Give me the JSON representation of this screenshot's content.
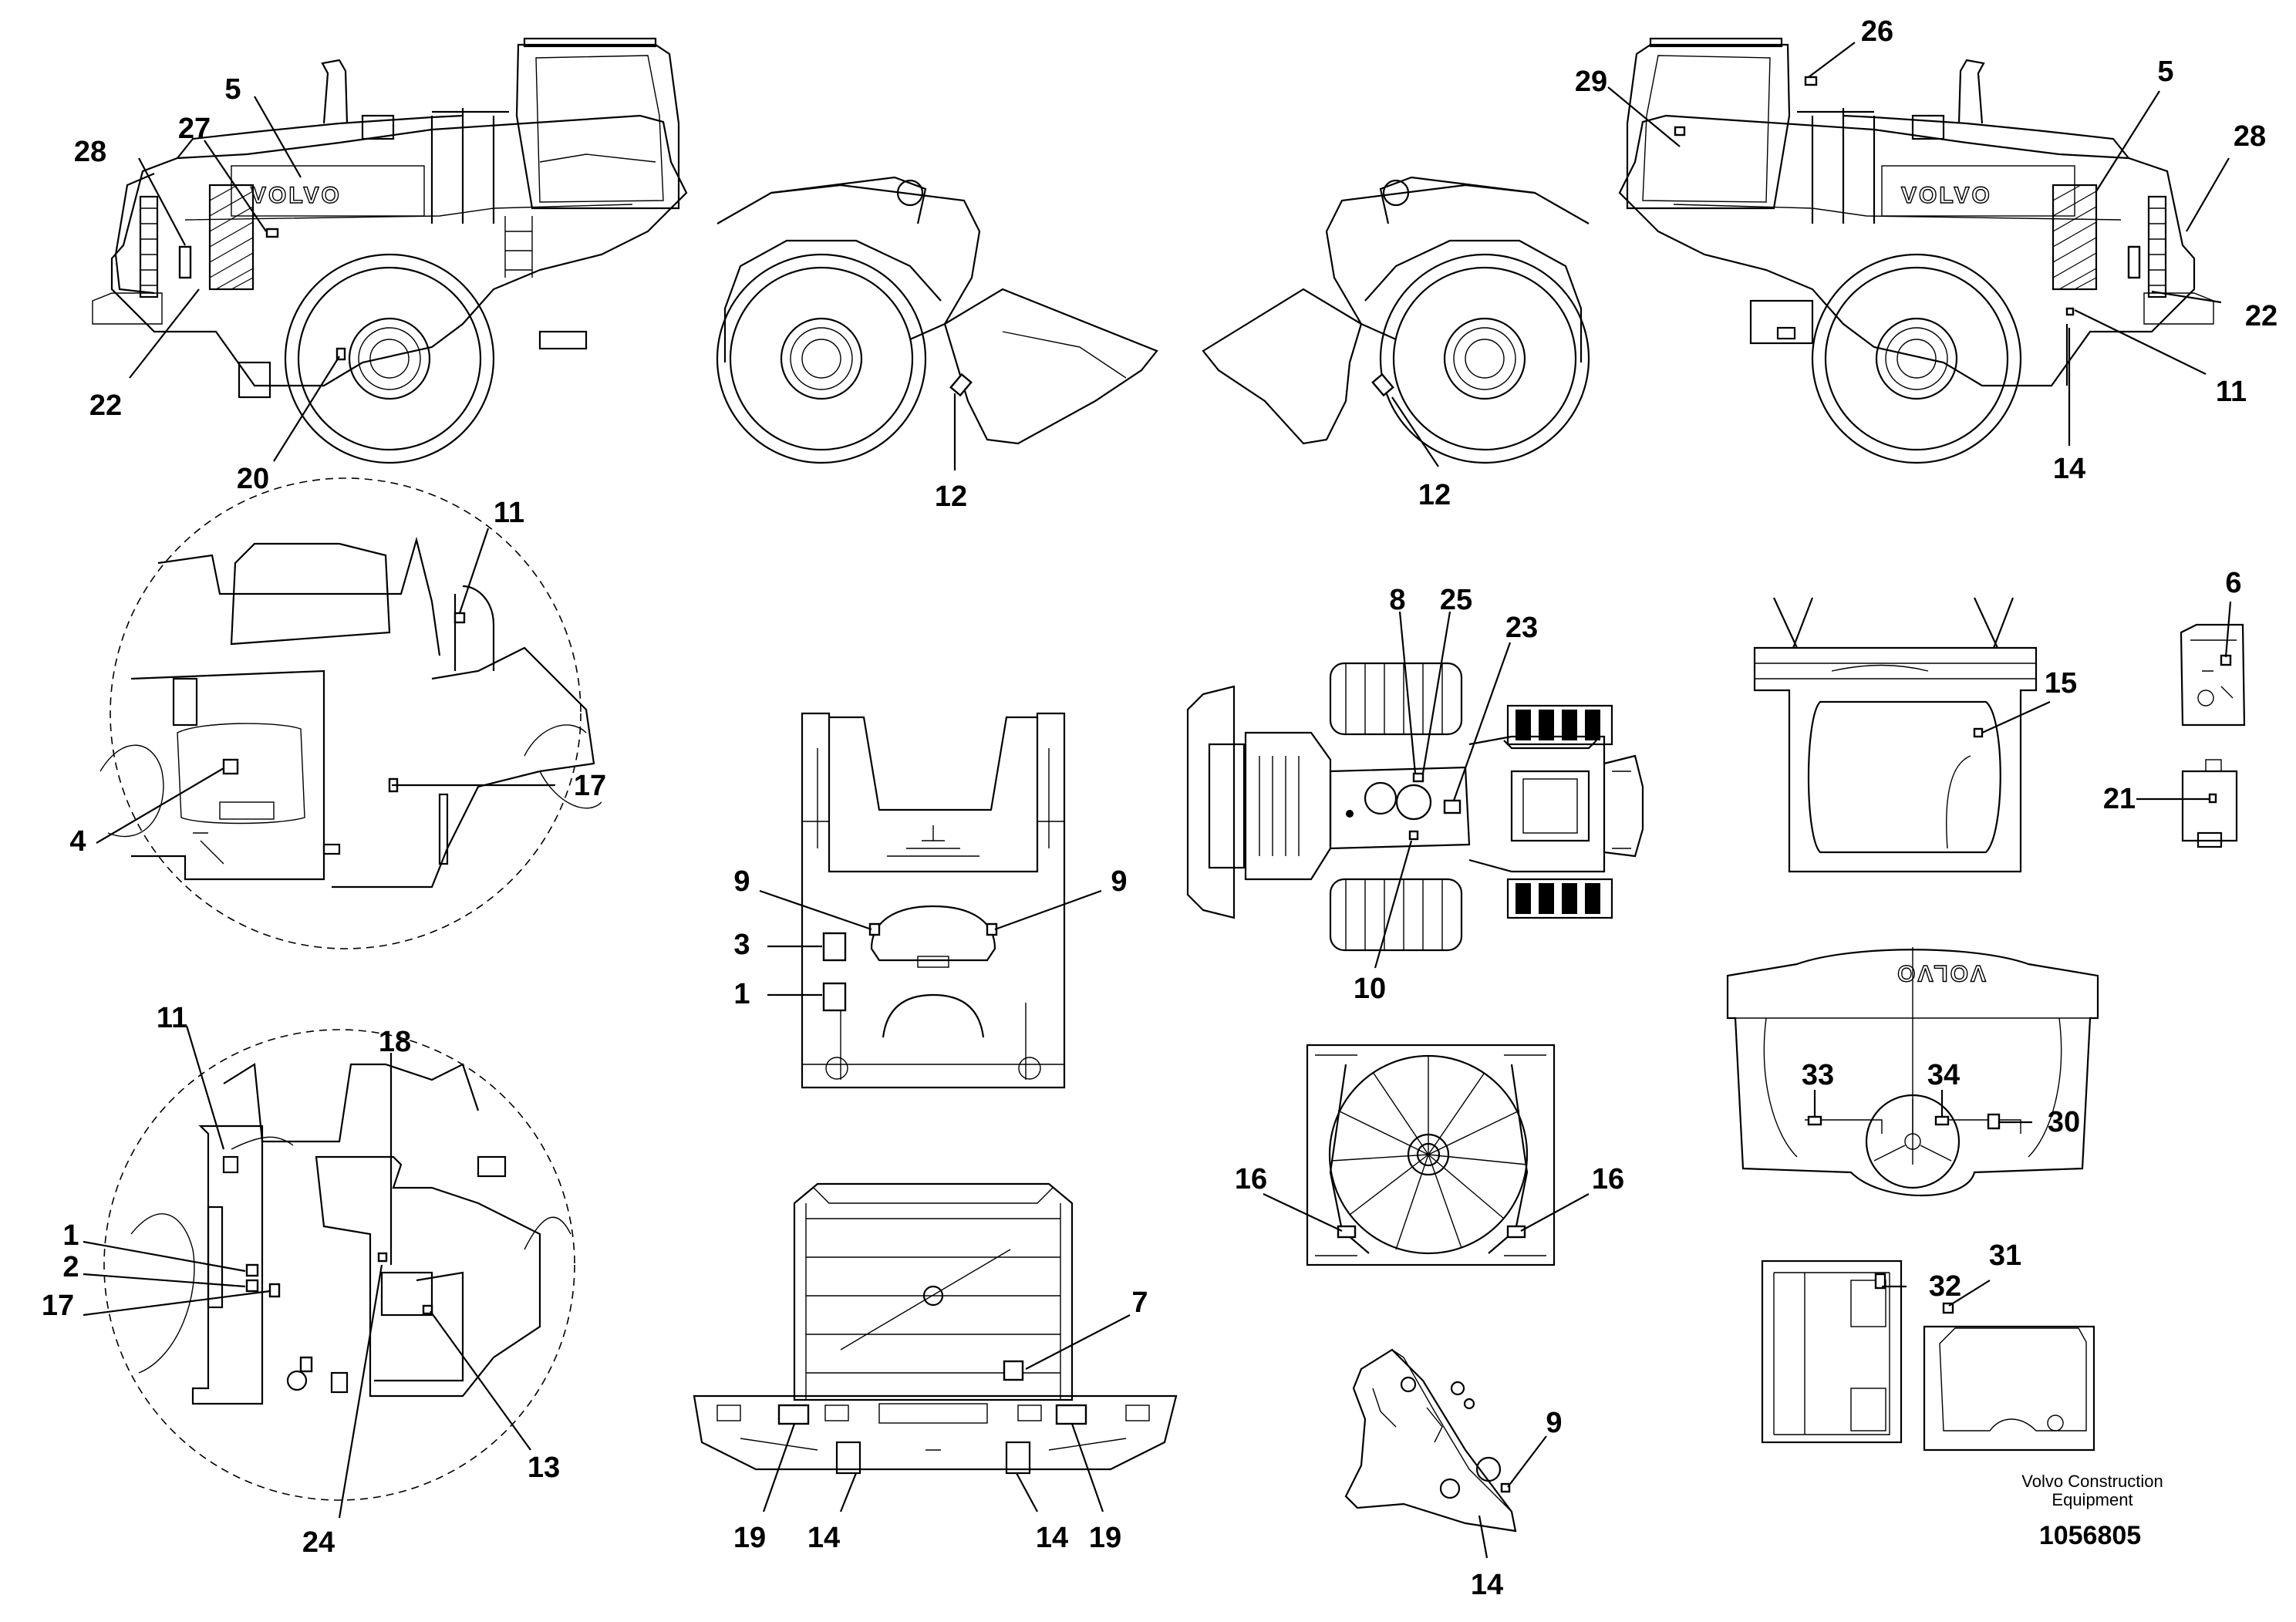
{
  "callouts": {
    "top_left": [
      "28",
      "27",
      "5",
      "22",
      "20",
      "12"
    ],
    "top_right": [
      "29",
      "26",
      "5",
      "28",
      "22",
      "11",
      "14",
      "12"
    ],
    "circle_upper": [
      "11",
      "17",
      "4"
    ],
    "circle_lower": [
      "11",
      "18",
      "1",
      "2",
      "17",
      "13",
      "24"
    ],
    "rear_top": [
      "9",
      "9",
      "3",
      "1"
    ],
    "top_view": [
      "8",
      "25",
      "23",
      "10"
    ],
    "cab_floor": [
      "15"
    ],
    "side_parts": [
      "6",
      "21"
    ],
    "radiator": [
      "16",
      "16"
    ],
    "dashboard": [
      "33",
      "34",
      "30"
    ],
    "front_grille": [
      "7",
      "19",
      "19",
      "14",
      "14"
    ],
    "panels": [
      "32",
      "31"
    ],
    "bracket": [
      "9",
      "14"
    ]
  },
  "brand_marks": {
    "left": "VOLVO",
    "right": "VOLVO",
    "dash": "VOLVO"
  },
  "footer": {
    "company": "Volvo Construction Equipment",
    "doc_number": "1056805"
  }
}
